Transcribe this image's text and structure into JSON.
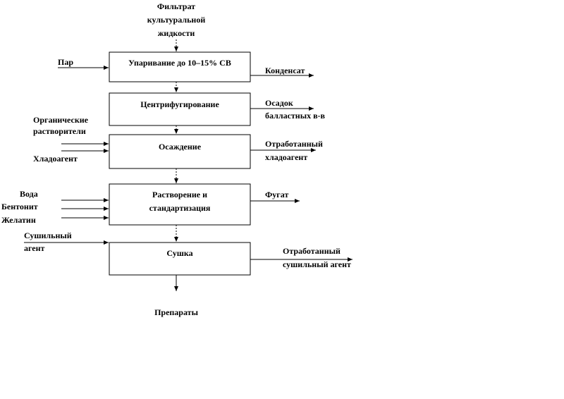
{
  "input_top": [
    "Фильтрат",
    "культуральной",
    "жидкости"
  ],
  "steps": [
    "Упаривание до 10–15% СВ",
    "Центрифугирование",
    "Осаждение",
    [
      "Растворение и",
      "стандартизация"
    ],
    "Сушка"
  ],
  "left_inputs": {
    "par": "Пар",
    "solvents": [
      "Органические",
      "растворители"
    ],
    "coolant": "Хладоагент",
    "water": "Вода",
    "bentonite": "Бентонит",
    "gelatin": "Желатин",
    "drying_agent": [
      "Сушильный",
      "агент"
    ]
  },
  "right_outputs": {
    "condensate": "Конденсат",
    "sediment": [
      "Осадок",
      "балластных в-в"
    ],
    "spent_coolant": [
      "Отработанный",
      "хладоагент"
    ],
    "fugate": "Фугат",
    "spent_drying_agent": [
      "Отработанный",
      "сушильный агент"
    ]
  },
  "output_bottom": "Препараты"
}
